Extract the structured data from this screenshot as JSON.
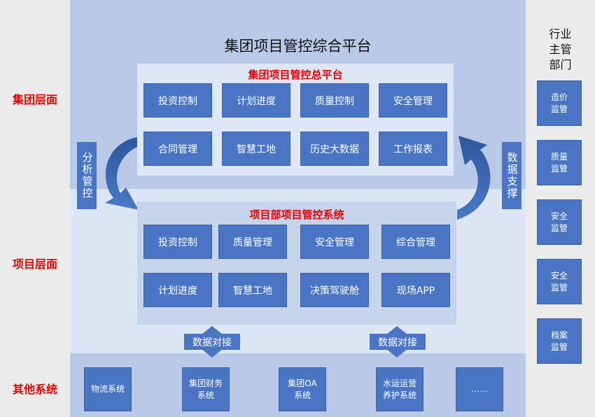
{
  "layers": {
    "group": "集团层面",
    "project": "项目层面",
    "other": "其他系统"
  },
  "main_title": "集团项目管控综合平台",
  "group_platform": {
    "title": "集团项目管控总平台",
    "modules": [
      "投资控制",
      "计划进度",
      "质量控制",
      "安全管理",
      "合同管理",
      "智慧工地",
      "历史大数据",
      "工作报表"
    ]
  },
  "project_system": {
    "title": "项目部项目管控系统",
    "modules": [
      "投资控制",
      "质量管理",
      "安全管理",
      "综合管理",
      "计划进度",
      "智慧工地",
      "决策驾驶舱",
      "现场APP"
    ]
  },
  "flows": {
    "left": "分析管控",
    "right": "数据支撑",
    "docking_1": "数据对接",
    "docking_2": "数据对接"
  },
  "industry": {
    "title": [
      "行业",
      "主管",
      "部门"
    ],
    "items": [
      [
        "造价",
        "监管"
      ],
      [
        "质量",
        "监管"
      ],
      [
        "安全",
        "监管"
      ],
      [
        "安全",
        "监管"
      ],
      [
        "档案",
        "监管"
      ]
    ]
  },
  "other_systems": [
    [
      "物流系统"
    ],
    [
      "集团财务",
      "系统"
    ],
    [
      "集团OA",
      "系统"
    ],
    [
      "水运运营",
      "养护系统"
    ],
    [
      "……"
    ]
  ],
  "colors": {
    "box": "#4a75c4",
    "accent": "#e60000",
    "band": "#b9c9e7"
  }
}
